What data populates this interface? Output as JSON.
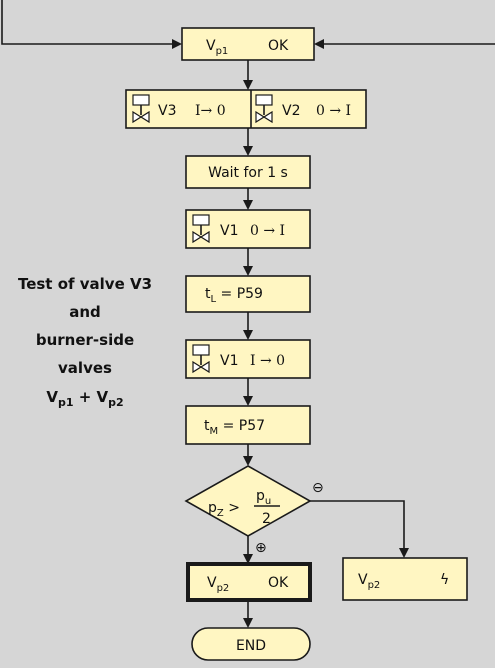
{
  "side_label": {
    "line1": "Test of valve V3",
    "line2": "and",
    "line3": "burner-side",
    "line4": "valves",
    "line5_a": "V",
    "line5_a_sub": "p1",
    "line5_mid": " + V",
    "line5_b_sub": "p2"
  },
  "steps": {
    "vp1_ok": {
      "main": "V",
      "sub": "p1",
      "status": "OK"
    },
    "valves_v3_v2": {
      "left_valve": "V3",
      "left_change": "I→ 0",
      "right_valve": "V2",
      "right_change": "0 → I"
    },
    "wait": {
      "text": "Wait for 1 s"
    },
    "v1_open": {
      "valve": "V1",
      "change": "0 → I"
    },
    "tl": {
      "main": "t",
      "sub": "L",
      "rest": " = P59"
    },
    "v1_close": {
      "valve": "V1",
      "change": "I → 0"
    },
    "tm": {
      "main": "t",
      "sub": "M",
      "rest": " = P57"
    },
    "decision": {
      "left": "p",
      "left_sub": "Z",
      "op": " >",
      "num": "p",
      "num_sub": "u",
      "den": "2"
    },
    "no_branch": "⊖",
    "yes_branch": "⊕",
    "vp2_ok": {
      "main": "V",
      "sub": "p2",
      "status": "OK"
    },
    "vp2_fault": {
      "main": "V",
      "sub": "p2",
      "status": "ϟ"
    },
    "end": {
      "text": "END"
    }
  },
  "colors": {
    "background": "#d6d6d6",
    "box_fill": "#fff6c2",
    "stroke": "#1a1a1a"
  }
}
